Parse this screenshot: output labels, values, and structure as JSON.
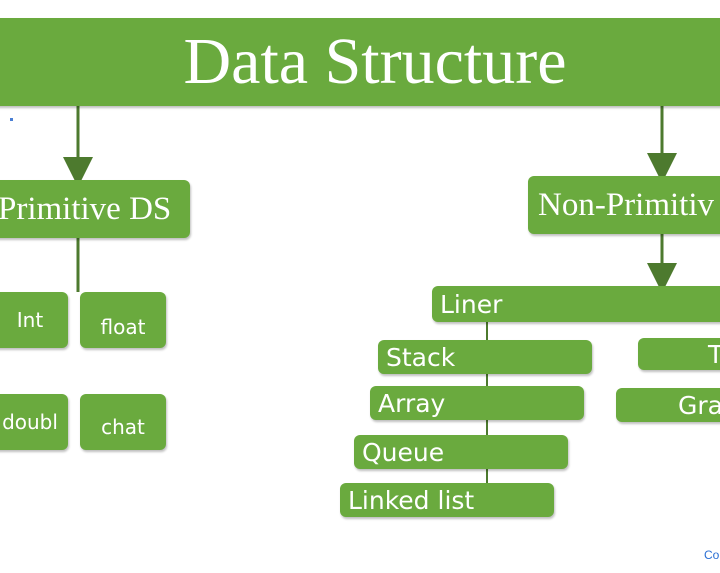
{
  "diagram": {
    "title": "Data Structure",
    "primitive": {
      "label": "Primitive DS",
      "children": [
        "Int",
        "float",
        "doubl",
        "chat"
      ]
    },
    "non_primitive": {
      "label": "Non-Primitiv",
      "liner": {
        "label": "Liner",
        "children": [
          "Stack",
          "Array",
          "Queue",
          "Linked list"
        ]
      },
      "non_liner": {
        "children": [
          "T",
          "Gra"
        ]
      }
    },
    "corner_text": "Co"
  },
  "colors": {
    "box_fill": "#6aaa3e",
    "connector": "#4d7a2e",
    "text": "#ffffff"
  }
}
